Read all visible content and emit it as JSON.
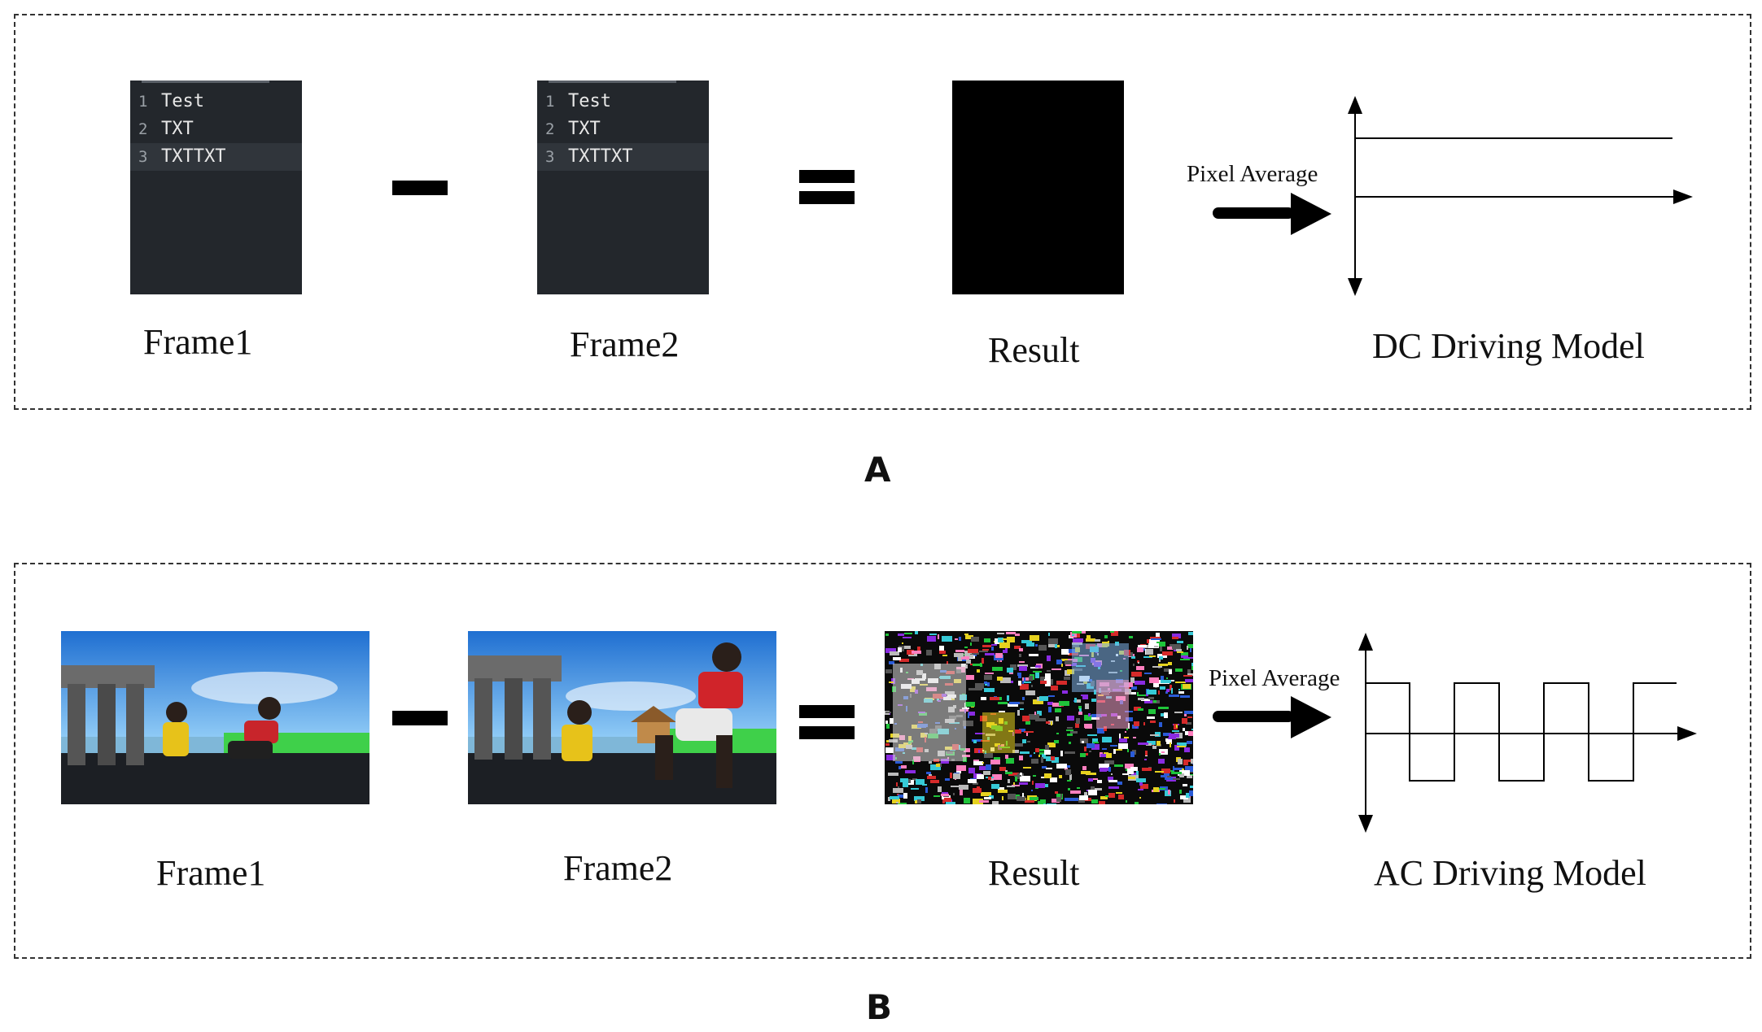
{
  "panels": [
    {
      "letter": "A",
      "frame1_label": "Frame1",
      "frame2_label": "Frame2",
      "result_label": "Result",
      "model_label": "DC Driving Model",
      "arrow_label": "Pixel Average",
      "editor": {
        "lines": [
          {
            "num": "1",
            "text": "Test"
          },
          {
            "num": "2",
            "text": "TXT"
          },
          {
            "num": "3",
            "text": "TXTTXT"
          }
        ]
      }
    },
    {
      "letter": "B",
      "frame1_label": "Frame1",
      "frame2_label": "Frame2",
      "result_label": "Result",
      "model_label": "AC Driving Model",
      "arrow_label": "Pixel Average"
    }
  ],
  "colors": {
    "editor_bg": "#23272c",
    "sky": "#3b8fe0",
    "grass": "#3fd04a",
    "stone": "#6b6b6b"
  },
  "icons": {
    "operator_minus": "minus-sign",
    "operator_equals": "equals-sign",
    "arrow": "right-arrow-icon"
  }
}
